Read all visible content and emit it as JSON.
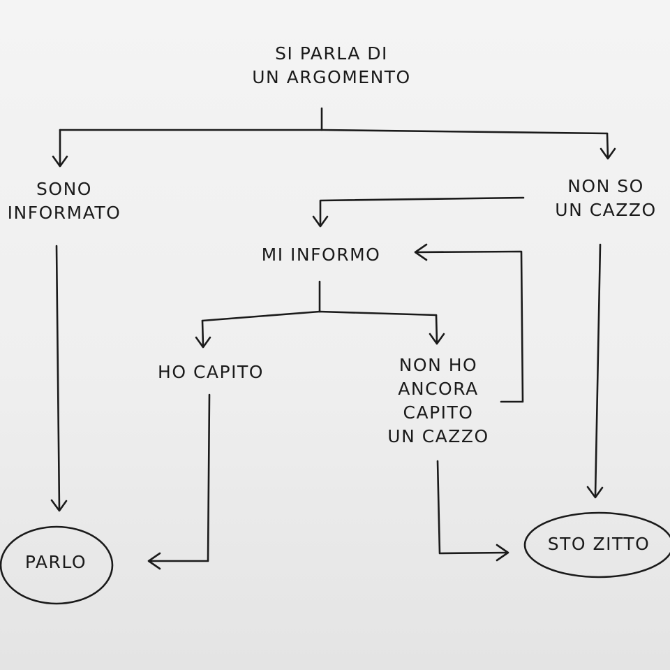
{
  "nodes": {
    "topic": {
      "lines": [
        "SI PARLA DI",
        "UN ARGOMENTO"
      ]
    },
    "informed": {
      "lines": [
        "SONO",
        "INFORMATO"
      ]
    },
    "clueless": {
      "lines": [
        "NON SO",
        "UN CAZZO"
      ]
    },
    "research": {
      "lines": [
        "MI INFORMO"
      ]
    },
    "understood": {
      "lines": [
        "HO CAPITO"
      ]
    },
    "not_understood": {
      "lines": [
        "NON HO",
        "ANCORA",
        "CAPITO",
        "UN CAZZO"
      ]
    },
    "speak": {
      "lines": [
        "PARLO"
      ]
    },
    "silent": {
      "lines": [
        "STO ZITTO"
      ]
    }
  }
}
